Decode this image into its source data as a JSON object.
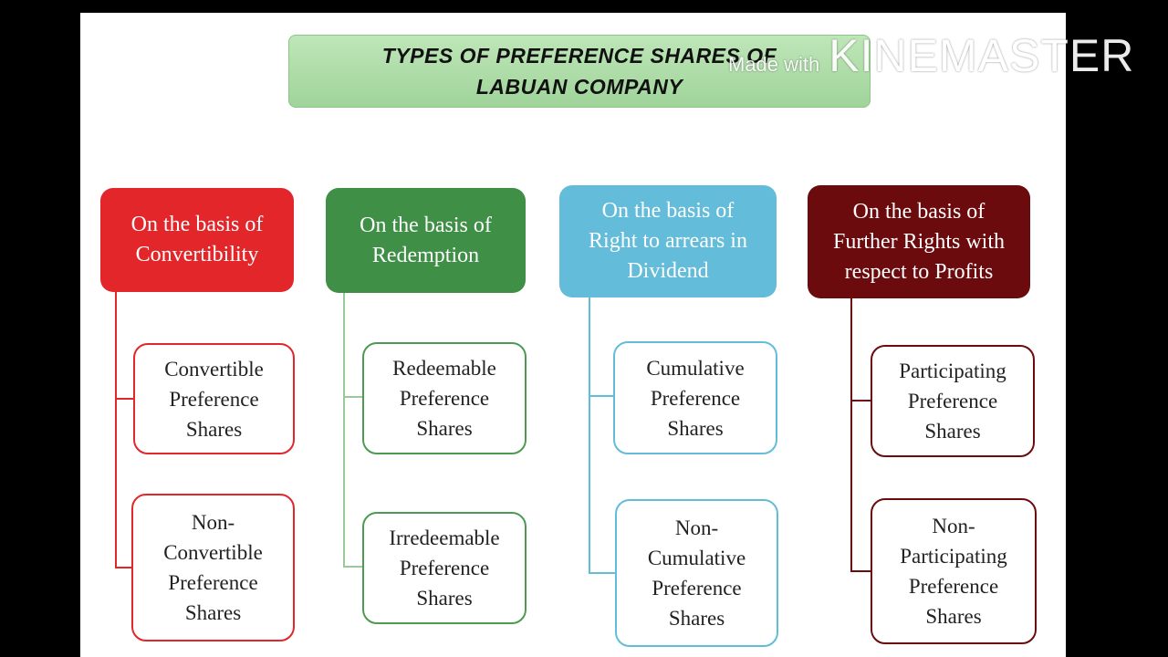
{
  "title": "TYPES OF PREFERENCE SHARES OF\nLABUAN COMPANY",
  "watermark": {
    "prefix": "Made with",
    "brand": "KINEMASTER"
  },
  "colors": {
    "red": "#e3262a",
    "green": "#3f8f46",
    "blue": "#63bcd9",
    "maroon": "#6b0b0e",
    "title_bg": "#a7d9a2"
  },
  "categories": [
    {
      "heading": "On the basis of\nConvertibility",
      "children": [
        "Convertible\nPreference\nShares",
        "Non-\nConvertible\nPreference\nShares"
      ]
    },
    {
      "heading": "On the basis of\nRedemption",
      "children": [
        "Redeemable\nPreference\nShares",
        "Irredeemable\nPreference\nShares"
      ]
    },
    {
      "heading": "On the basis of\nRight to arrears in\nDividend",
      "children": [
        "Cumulative\nPreference\nShares",
        "Non-\nCumulative\nPreference\nShares"
      ]
    },
    {
      "heading": "On the basis of\nFurther Rights with\nrespect to Profits",
      "children": [
        "Participating\nPreference\nShares",
        "Non-\nParticipating\nPreference\nShares"
      ]
    }
  ]
}
